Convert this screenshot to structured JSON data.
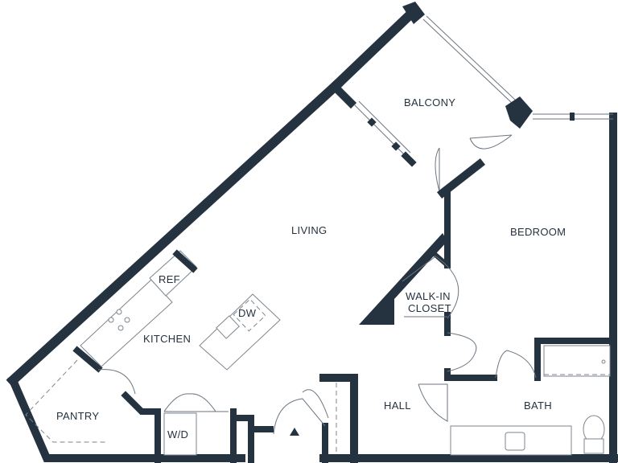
{
  "floor_plan": {
    "rooms": {
      "balcony": "BALCONY",
      "living": "LIVING",
      "bedroom": "BEDROOM",
      "ref": "REF",
      "dw": "DW",
      "walk_in_closet_line1": "WALK-IN",
      "walk_in_closet_line2": "CLOSET",
      "kitchen": "KITCHEN",
      "pantry": "PANTRY",
      "hall": "HALL",
      "bath": "BATH",
      "washer_dryer": "W/D"
    },
    "colors": {
      "wall": "#25323f",
      "fixture_line": "#7d868e",
      "background": "#ffffff"
    },
    "icons": {
      "entry_marker": "triangle-up"
    }
  }
}
